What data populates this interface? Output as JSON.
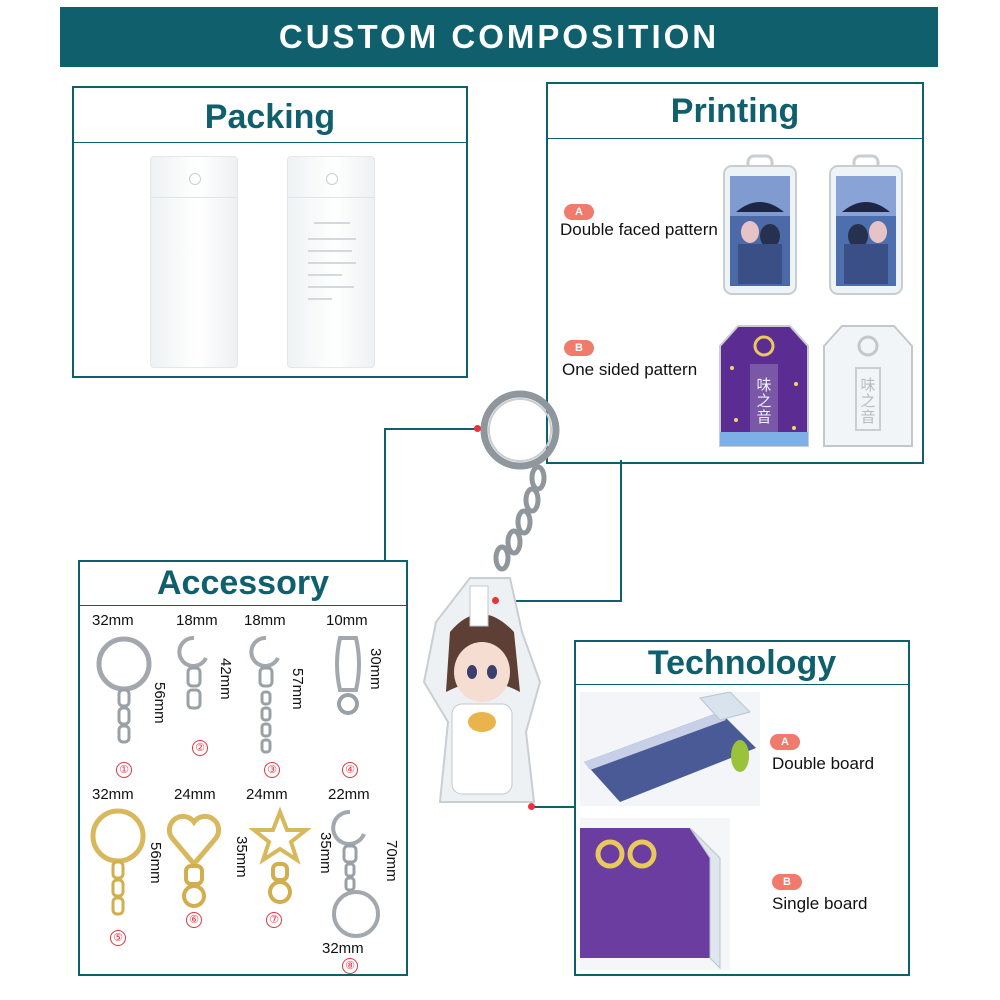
{
  "banner": {
    "title": "CUSTOM COMPOSITION"
  },
  "colors": {
    "accent": "#0f5f6d",
    "badge": "#f07a6c",
    "marker": "#e8333f",
    "gold": "#d8b85c",
    "silver": "#9aa1a6"
  },
  "packing": {
    "title": "Packing"
  },
  "printing": {
    "title": "Printing",
    "options": [
      {
        "badge": "A",
        "label": "Double faced pattern"
      },
      {
        "badge": "B",
        "label": "One  sided pattern"
      }
    ],
    "stamp_text": "味之音"
  },
  "accessory": {
    "title": "Accessory",
    "items": [
      {
        "number": "①",
        "width": "32mm",
        "height": "56mm"
      },
      {
        "number": "②",
        "width": "18mm",
        "height": "42mm"
      },
      {
        "number": "③",
        "width": "18mm",
        "height": "57mm"
      },
      {
        "number": "④",
        "width": "10mm",
        "height": "30mm"
      },
      {
        "number": "⑤",
        "width": "32mm",
        "height": "56mm"
      },
      {
        "number": "⑥",
        "width": "24mm",
        "height": ""
      },
      {
        "number": "⑦",
        "width": "24mm",
        "height": "35mm"
      },
      {
        "number": "⑧",
        "width": "22mm",
        "height": "35mm",
        "total_height": "70mm",
        "ring_width": "32mm"
      }
    ]
  },
  "technology": {
    "title": "Technology",
    "options": [
      {
        "badge": "A",
        "label": "Double  board"
      },
      {
        "badge": "B",
        "label": "Single board"
      }
    ]
  }
}
